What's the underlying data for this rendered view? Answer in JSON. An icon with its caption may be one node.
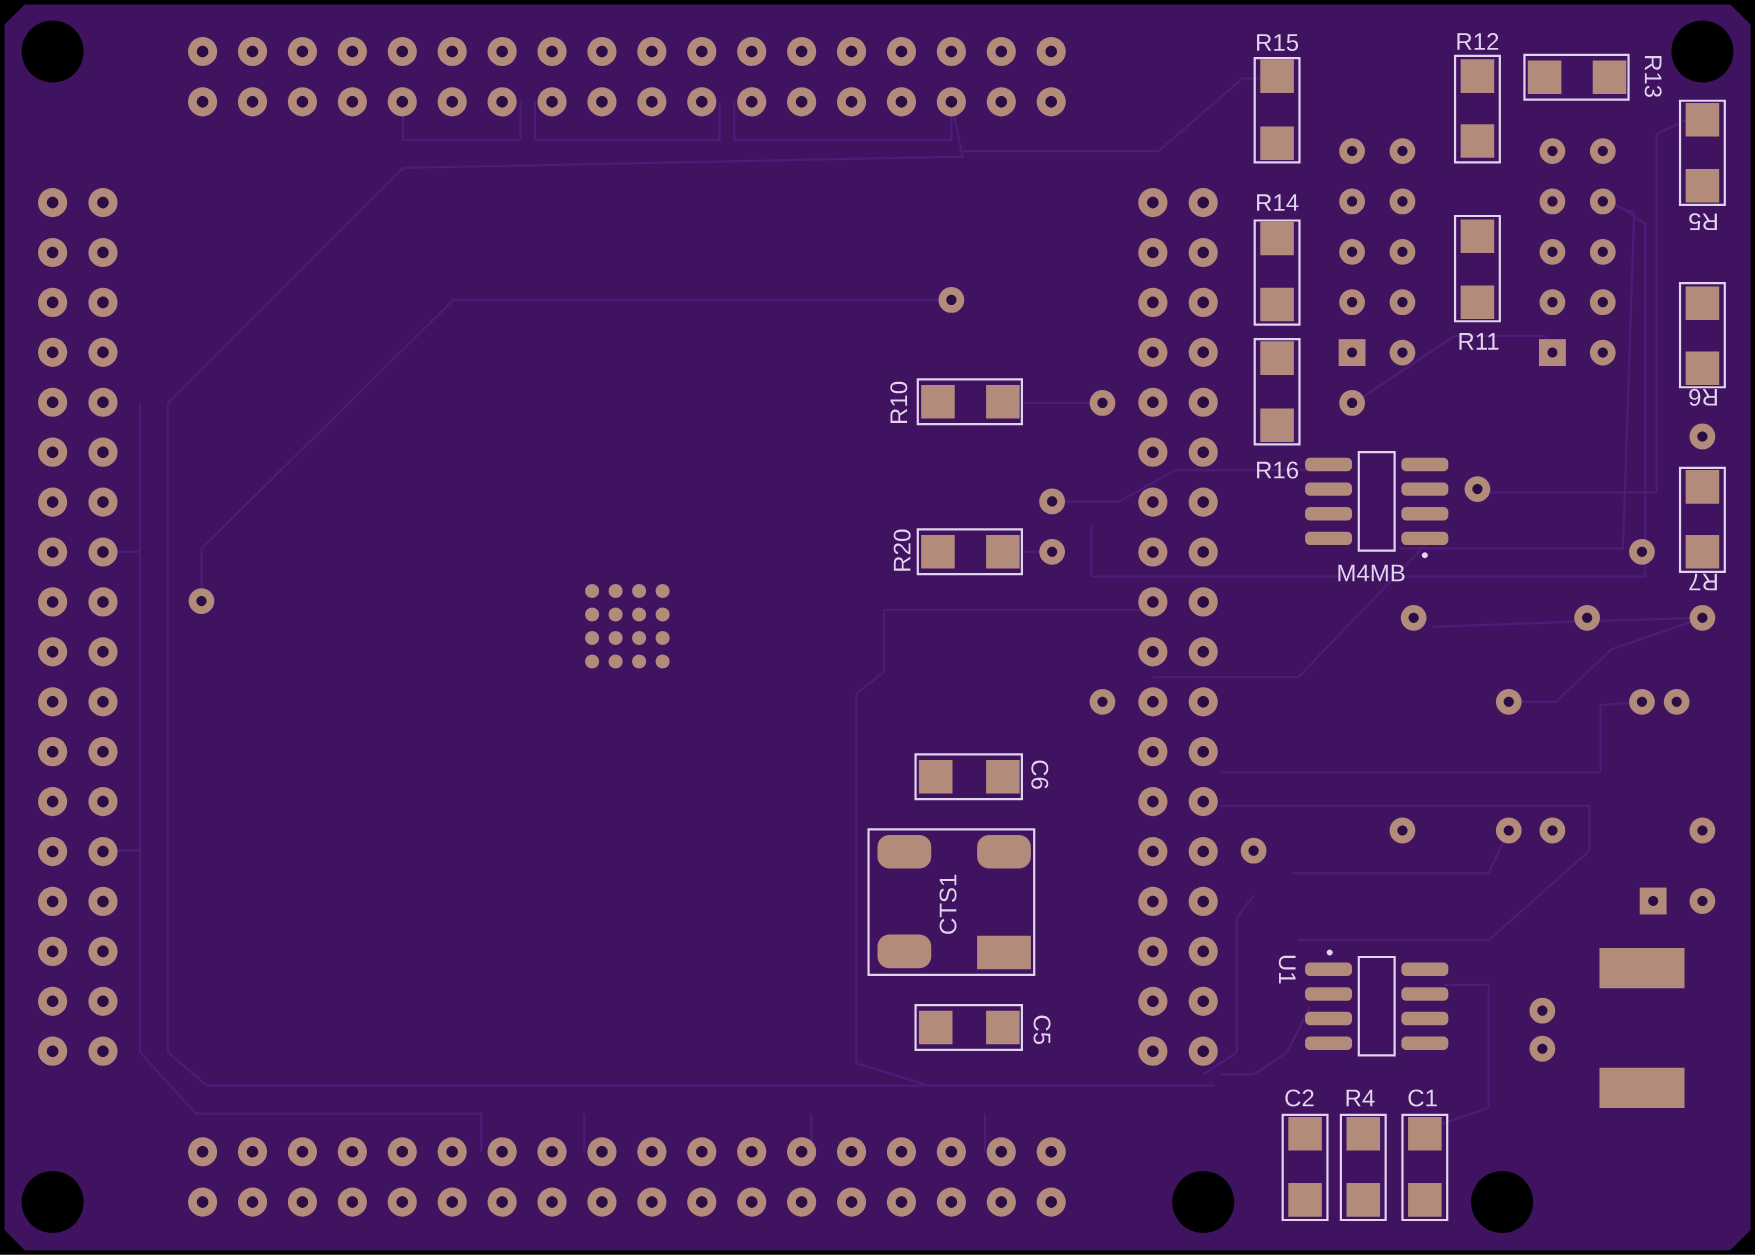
{
  "diagram": {
    "labels": [
      "R15",
      "R12",
      "R13",
      "R14",
      "R5",
      "R11",
      "R6",
      "R10",
      "R16",
      "R20",
      "M4MB",
      "R7",
      "C6",
      "CTS1",
      "U1",
      "C5",
      "C2",
      "R4",
      "C1"
    ]
  }
}
